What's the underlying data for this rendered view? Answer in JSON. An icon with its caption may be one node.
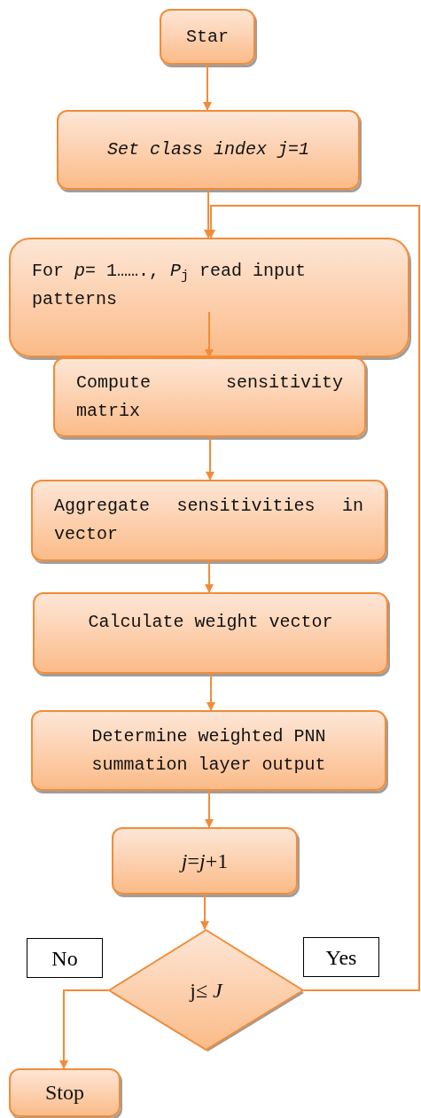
{
  "diagram": {
    "nodes": [
      {
        "text": [
          "Star"
        ]
      },
      {
        "text": [
          "Set class index j=1"
        ]
      },
      {
        "text": [
          "For *p*= 1……., *P*$_{j}$ read input patterns"
        ]
      },
      {
        "text": [
          "Compute sensitivity matrix"
        ]
      },
      {
        "text": [
          "Aggregate sensitivities in vector"
        ]
      },
      {
        "text": [
          "Calculate weight vector"
        ]
      },
      {
        "text": [
          "Determine weighted PNN summation layer output"
        ]
      },
      {
        "text": [
          "*j*=*j*+1"
        ]
      },
      {
        "text": [
          "j≤ *J*"
        ]
      },
      {
        "text": [
          "Stop"
        ]
      }
    ],
    "edges": [
      {
        "from": 0,
        "to": 1,
        "arrow": "to"
      },
      {
        "from": 1,
        "to": 2,
        "arrow": "to"
      },
      {
        "from": 2,
        "to": 3,
        "arrow": "to"
      },
      {
        "from": 3,
        "to": 4,
        "arrow": "to"
      },
      {
        "from": 4,
        "to": 5,
        "arrow": "to"
      },
      {
        "from": 5,
        "to": 6,
        "arrow": "to"
      },
      {
        "from": 6,
        "to": 7,
        "arrow": "to"
      },
      {
        "from": 7,
        "to": 8,
        "arrow": "to"
      },
      {
        "from": 8,
        "to": 9,
        "arrow": "to",
        "label": "No"
      },
      {
        "from": 8,
        "to": 2,
        "arrow": "to",
        "label": "Yes"
      }
    ]
  }
}
